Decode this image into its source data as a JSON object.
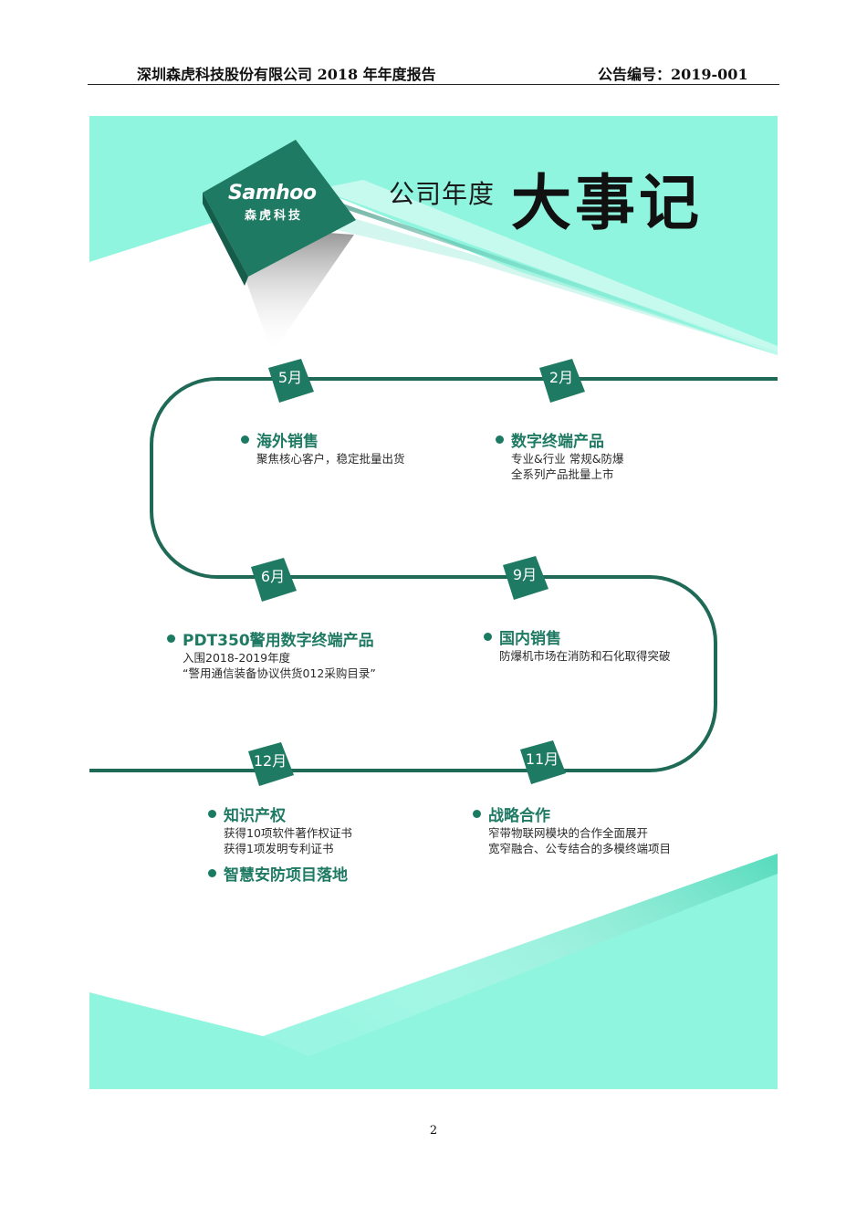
{
  "header": {
    "left": "深圳森虎科技股份有限公司 2018 年年度报告",
    "right": "公告编号：2019-001"
  },
  "poster": {
    "logo": {
      "name": "Samhoo",
      "cn": "森虎科技"
    },
    "title_small": "公司年度",
    "title_big": "大事记",
    "colors": {
      "teal": "#8ff5df",
      "green": "#1e7a62",
      "dark_green": "#165c4a"
    },
    "events": [
      {
        "month": "5月",
        "title": "海外销售",
        "desc": [
          "聚焦核心客户，稳定批量出货"
        ]
      },
      {
        "month": "2月",
        "title": "数字终端产品",
        "desc": [
          "专业&行业 常规&防爆",
          "全系列产品批量上市"
        ]
      },
      {
        "month": "6月",
        "title": "PDT350警用数字终端产品",
        "desc": [
          "入围2018-2019年度",
          "“警用通信装备协议供货012采购目录”"
        ]
      },
      {
        "month": "9月",
        "title": "国内销售",
        "desc": [
          "防爆机市场在消防和石化取得突破"
        ]
      },
      {
        "month": "12月",
        "title": "知识产权",
        "desc": [
          "获得10项软件著作权证书",
          "获得1项发明专利证书"
        ]
      },
      {
        "month": "11月",
        "title": "战略合作",
        "desc": [
          "窄带物联网模块的合作全面展开",
          "宽窄融合、公专结合的多模终端项目"
        ]
      }
    ],
    "extra_event": "智慧安防项目落地"
  },
  "page_number": "2"
}
